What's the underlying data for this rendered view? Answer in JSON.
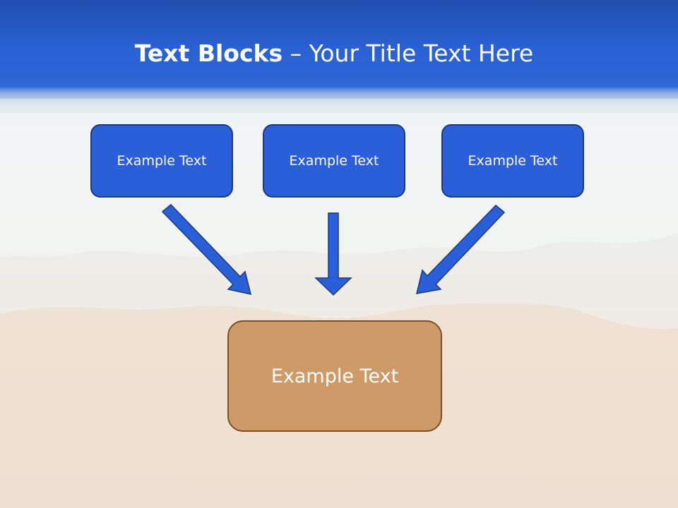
{
  "title": {
    "bold": "Text Blocks",
    "rest": " – Your Title Text Here"
  },
  "blocks": [
    {
      "text": "Example Text"
    },
    {
      "text": "Example Text"
    },
    {
      "text": "Example Text"
    }
  ],
  "target": {
    "text": "Example Text"
  },
  "colors": {
    "block_fill": "#2b5fd9",
    "block_border": "#1b3a78",
    "target_fill": "#cd9a68",
    "target_border": "#7a4f23",
    "arrow": "#2b5fd9"
  }
}
